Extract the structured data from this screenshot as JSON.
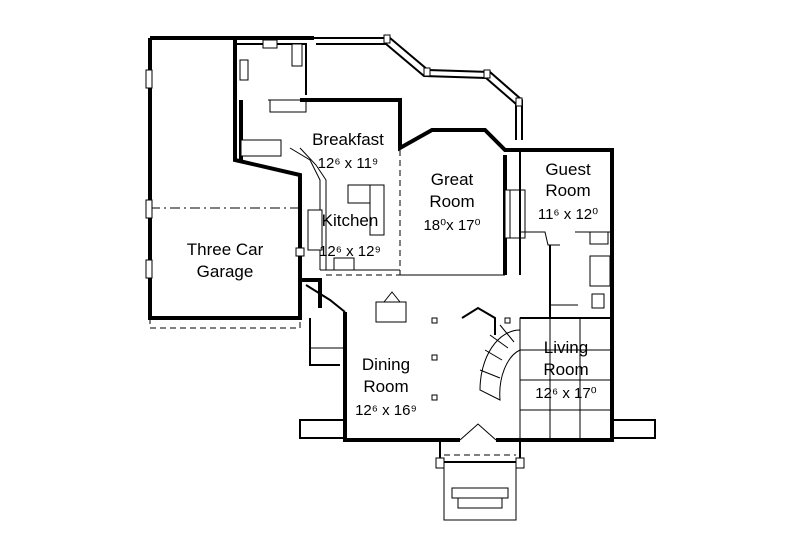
{
  "rooms": {
    "breakfast": {
      "name": "Breakfast",
      "dim": "12⁶ x 11⁹"
    },
    "great_room": {
      "name_line1": "Great",
      "name_line2": "Room",
      "dim": "18⁰x 17⁰"
    },
    "guest_room": {
      "name_line1": "Guest",
      "name_line2": "Room",
      "dim": "11⁶ x 12⁰"
    },
    "kitchen": {
      "name": "Kitchen",
      "dim": "12⁶ x 12⁹"
    },
    "garage": {
      "name_line1": "Three Car",
      "name_line2": "Garage"
    },
    "dining_room": {
      "name_line1": "Dining",
      "name_line2": "Room",
      "dim": "12⁶ x 16⁹"
    },
    "living_room": {
      "name_line1": "Living",
      "name_line2": "Room",
      "dim": "12⁶ x 17⁰"
    }
  }
}
